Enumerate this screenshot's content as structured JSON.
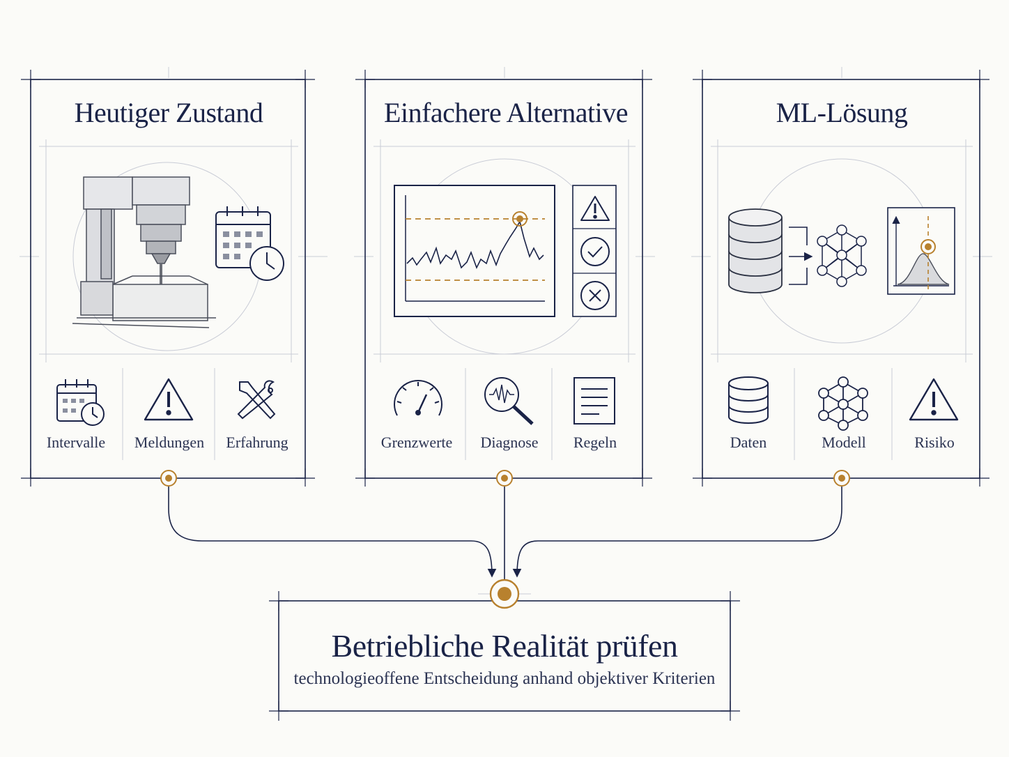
{
  "panels": [
    {
      "title": "Heutiger Zustand",
      "icons": [
        {
          "icon": "calendar-clock-icon",
          "label": "Intervalle"
        },
        {
          "icon": "warning-icon",
          "label": "Meldungen"
        },
        {
          "icon": "wrench-screwdriver-icon",
          "label": "Erfahrung"
        }
      ]
    },
    {
      "title": "Einfachere Alternative",
      "icons": [
        {
          "icon": "gauge-icon",
          "label": "Grenzwerte"
        },
        {
          "icon": "magnifier-signal-icon",
          "label": "Diagnose"
        },
        {
          "icon": "document-rules-icon",
          "label": "Regeln"
        }
      ]
    },
    {
      "title": "ML-Lösung",
      "icons": [
        {
          "icon": "database-icon",
          "label": "Daten"
        },
        {
          "icon": "neural-network-icon",
          "label": "Modell"
        },
        {
          "icon": "warning-icon",
          "label": "Risiko"
        }
      ]
    }
  ],
  "result": {
    "title": "Betriebliche Realität prüfen",
    "subtitle": "technologieoffene Entscheidung anhand objektiver Kriterien"
  },
  "colors": {
    "ink": "#1a2347",
    "accent": "#b8812e",
    "grid": "#c9ccd6",
    "background": "#fbfbf8"
  }
}
